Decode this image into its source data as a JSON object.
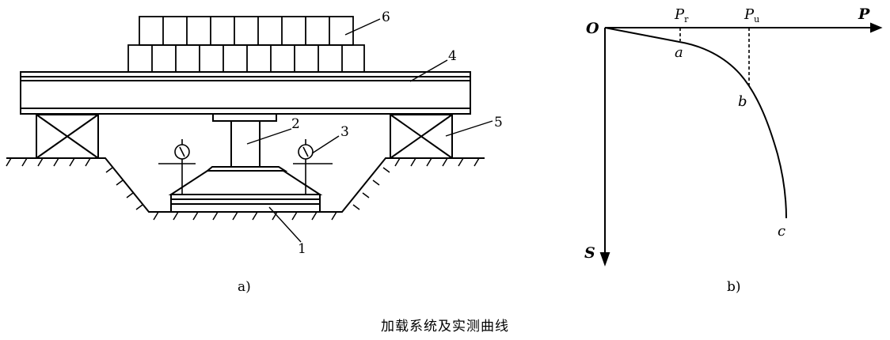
{
  "caption": "加载系统及实测曲线",
  "panel_a": {
    "label": "a)",
    "part_labels": [
      "1",
      "2",
      "3",
      "4",
      "5",
      "6"
    ]
  },
  "panel_b": {
    "label": "b)",
    "origin": "O",
    "x_axis": "P",
    "y_axis": "S",
    "pr_main": "P",
    "pr_sub": "r",
    "pu_main": "P",
    "pu_sub": "u",
    "points": [
      "a",
      "b",
      "c"
    ]
  }
}
